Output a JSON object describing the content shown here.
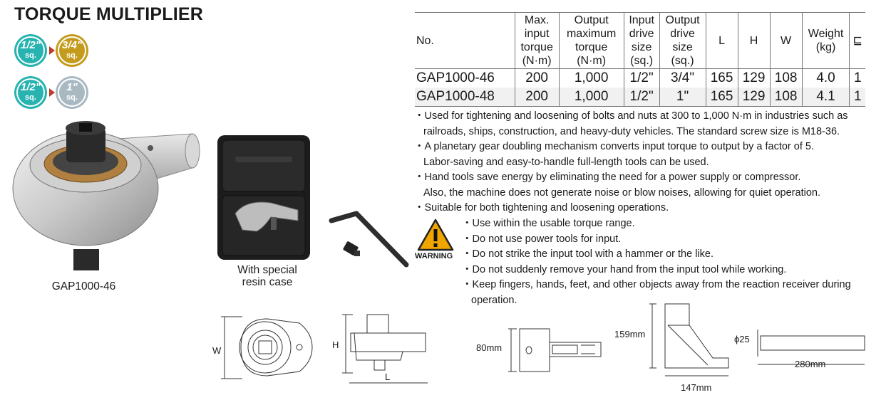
{
  "title": "TORQUE MULTIPLIER",
  "badges": [
    {
      "value": "1/2\"",
      "unit": "sq.",
      "color": "#27b3b0"
    },
    {
      "value": "3/4\"",
      "unit": "sq.",
      "color": "#c49b1d"
    },
    {
      "value": "1/2\"",
      "unit": "sq.",
      "color": "#27b3b0"
    },
    {
      "value": "1\"",
      "unit": "sq.",
      "color": "#a9b9c2"
    }
  ],
  "product_caption": "GAP1000-46",
  "case_caption_1": "With special",
  "case_caption_2": "resin case",
  "table": {
    "headers": [
      {
        "lines": [
          "No."
        ]
      },
      {
        "lines": [
          "Max.",
          "input",
          "torque",
          "(N·m)"
        ]
      },
      {
        "lines": [
          "Output",
          "maximum",
          "torque",
          "(N·m)"
        ]
      },
      {
        "lines": [
          "Input",
          "drive",
          "size",
          "(sq.)"
        ]
      },
      {
        "lines": [
          "Output",
          "drive",
          "size",
          "(sq.)"
        ]
      },
      {
        "lines": [
          "L"
        ]
      },
      {
        "lines": [
          "H"
        ]
      },
      {
        "lines": [
          "W"
        ]
      },
      {
        "lines": [
          "Weight",
          "(kg)"
        ]
      },
      {
        "lines": [
          "⊑"
        ]
      }
    ],
    "rows": [
      [
        "GAP1000-46",
        "200",
        "1,000",
        "1/2\"",
        "3/4\"",
        "165",
        "129",
        "108",
        "4.0",
        "1"
      ],
      [
        "GAP1000-48",
        "200",
        "1,000",
        "1/2\"",
        "1\"",
        "165",
        "129",
        "108",
        "4.1",
        "1"
      ]
    ]
  },
  "bullets": [
    [
      "・Used for tightening and loosening of bolts and nuts at 300 to 1,000 N·m in industries such as",
      "railroads, ships, construction, and heavy-duty vehicles. The standard screw size is M18-36."
    ],
    [
      "・A planetary gear doubling mechanism converts input torque to output by a factor of 5.",
      "Labor-saving and easy-to-handle full-length tools can be used."
    ],
    [
      "・Hand tools save energy by eliminating the need for a power supply or compressor.",
      "Also, the machine does not generate noise or blow noises, allowing for quiet operation."
    ],
    [
      "・Suitable for both tightening and loosening operations."
    ]
  ],
  "warning_label": "WARNING",
  "warnings": [
    [
      "・Use within the usable torque range."
    ],
    [
      "・Do not use power tools for input."
    ],
    [
      "・Do not strike the input tool with a hammer or the like."
    ],
    [
      "・Do not suddenly remove your hand from the input tool while working."
    ],
    [
      "・Keep fingers, hands, feet, and other objects away from the reaction receiver during",
      "operation."
    ]
  ],
  "dims": {
    "w": "W",
    "h": "H",
    "l": "L",
    "d80": "80mm",
    "d159": "159mm",
    "d147": "147mm",
    "d25": "ϕ25",
    "d280": "280mm"
  }
}
